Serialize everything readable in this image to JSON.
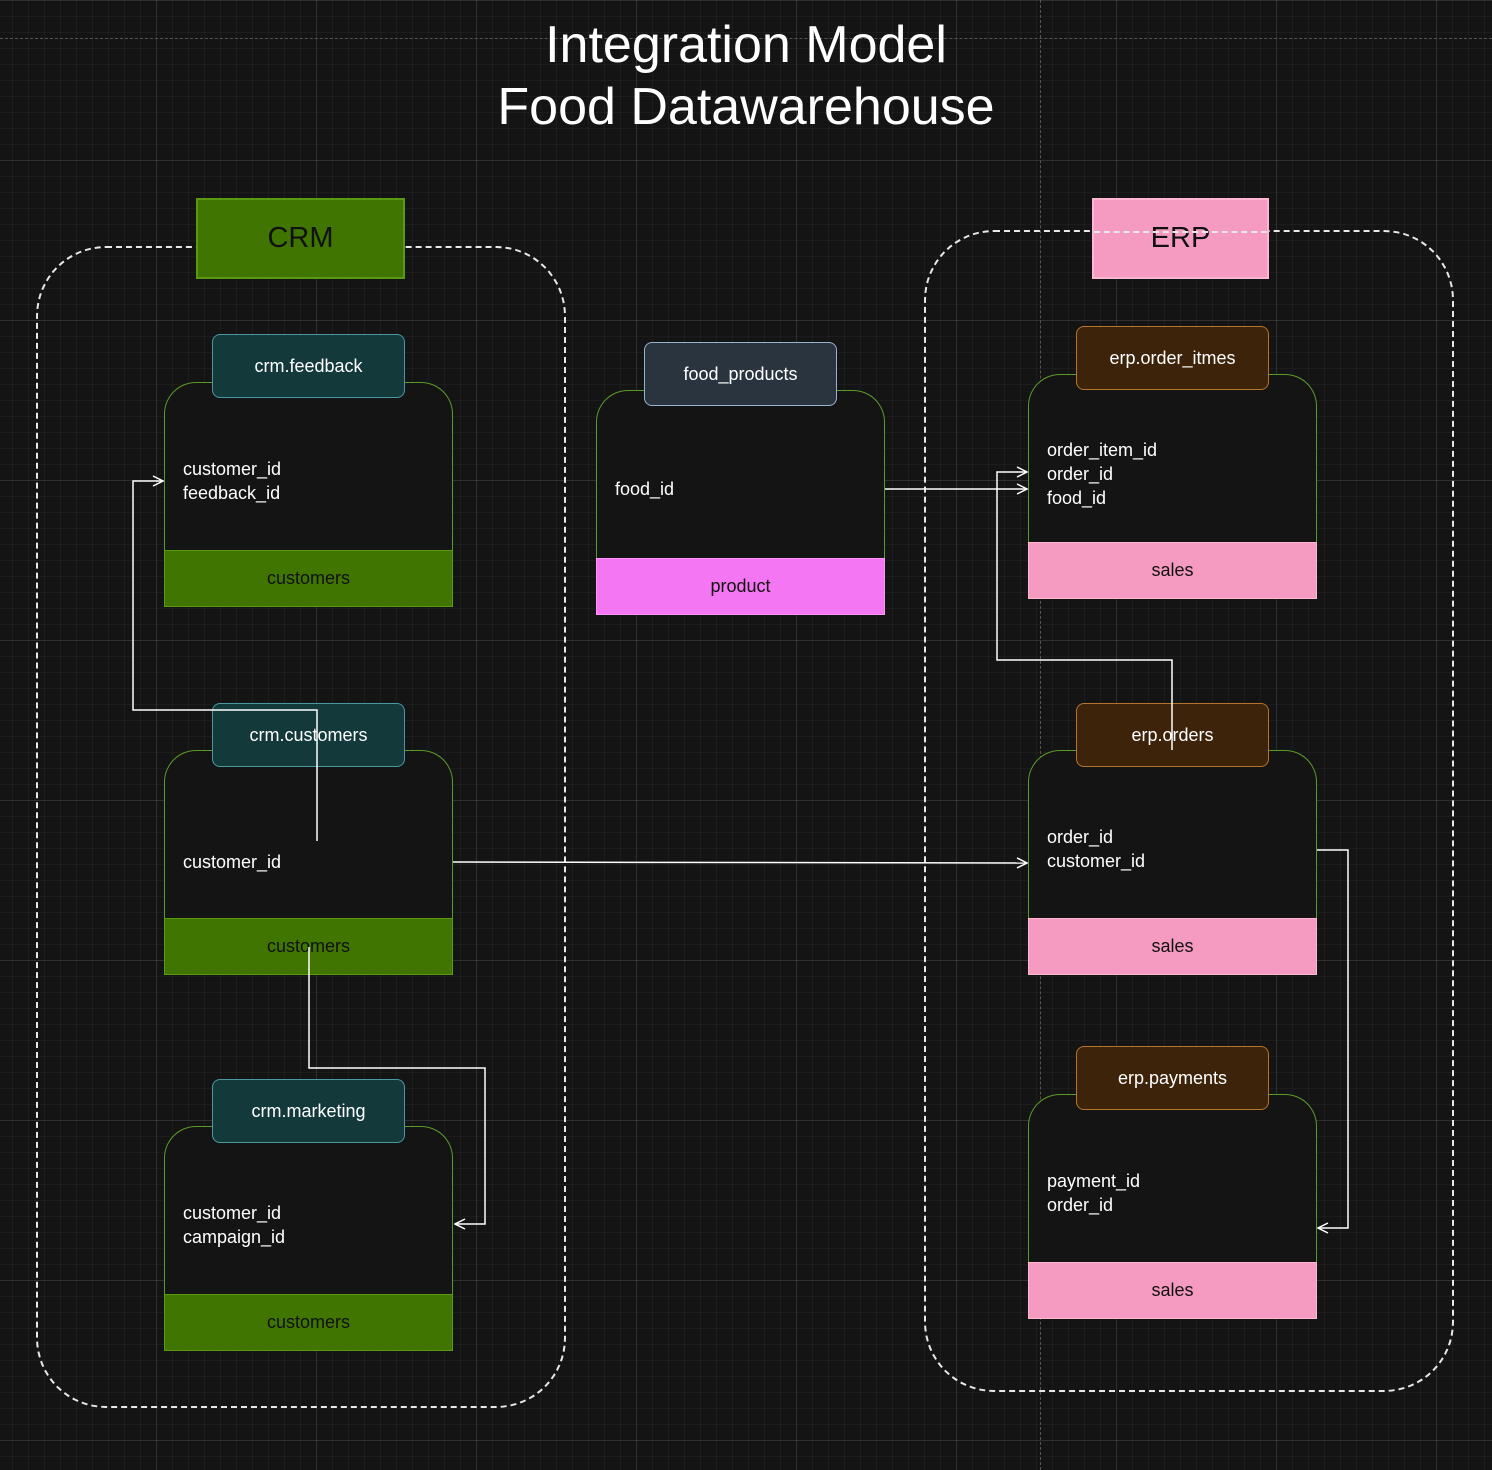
{
  "title": {
    "line1": "Integration Model",
    "line2": "Food Datawarehouse"
  },
  "groups": {
    "crm": "CRM",
    "erp": "ERP"
  },
  "tables": {
    "crm_feedback": {
      "name": "crm.feedback",
      "fields": [
        "customer_id",
        "feedback_id"
      ],
      "source": "customers"
    },
    "crm_customers": {
      "name": "crm.customers",
      "fields": [
        "customer_id"
      ],
      "source": "customers"
    },
    "crm_marketing": {
      "name": "crm.marketing",
      "fields": [
        "customer_id",
        "campaign_id"
      ],
      "source": "customers"
    },
    "food_products": {
      "name": "food_products",
      "fields": [
        "food_id"
      ],
      "source": "product"
    },
    "erp_order_items": {
      "name": "erp.order_itmes",
      "fields": [
        "order_item_id",
        "order_id",
        "food_id"
      ],
      "source": "sales"
    },
    "erp_orders": {
      "name": "erp.orders",
      "fields": [
        "order_id",
        "customer_id"
      ],
      "source": "sales"
    },
    "erp_payments": {
      "name": "erp.payments",
      "fields": [
        "payment_id",
        "order_id"
      ],
      "source": "sales"
    }
  },
  "colors": {
    "background": "#141414",
    "crm": "#3f7500",
    "erp": "#f59ac0",
    "product": "#f576f2",
    "crm_header": "#14393a",
    "erp_header": "#3d2309",
    "food_header": "#2a343f",
    "connector": "#ffffff"
  }
}
